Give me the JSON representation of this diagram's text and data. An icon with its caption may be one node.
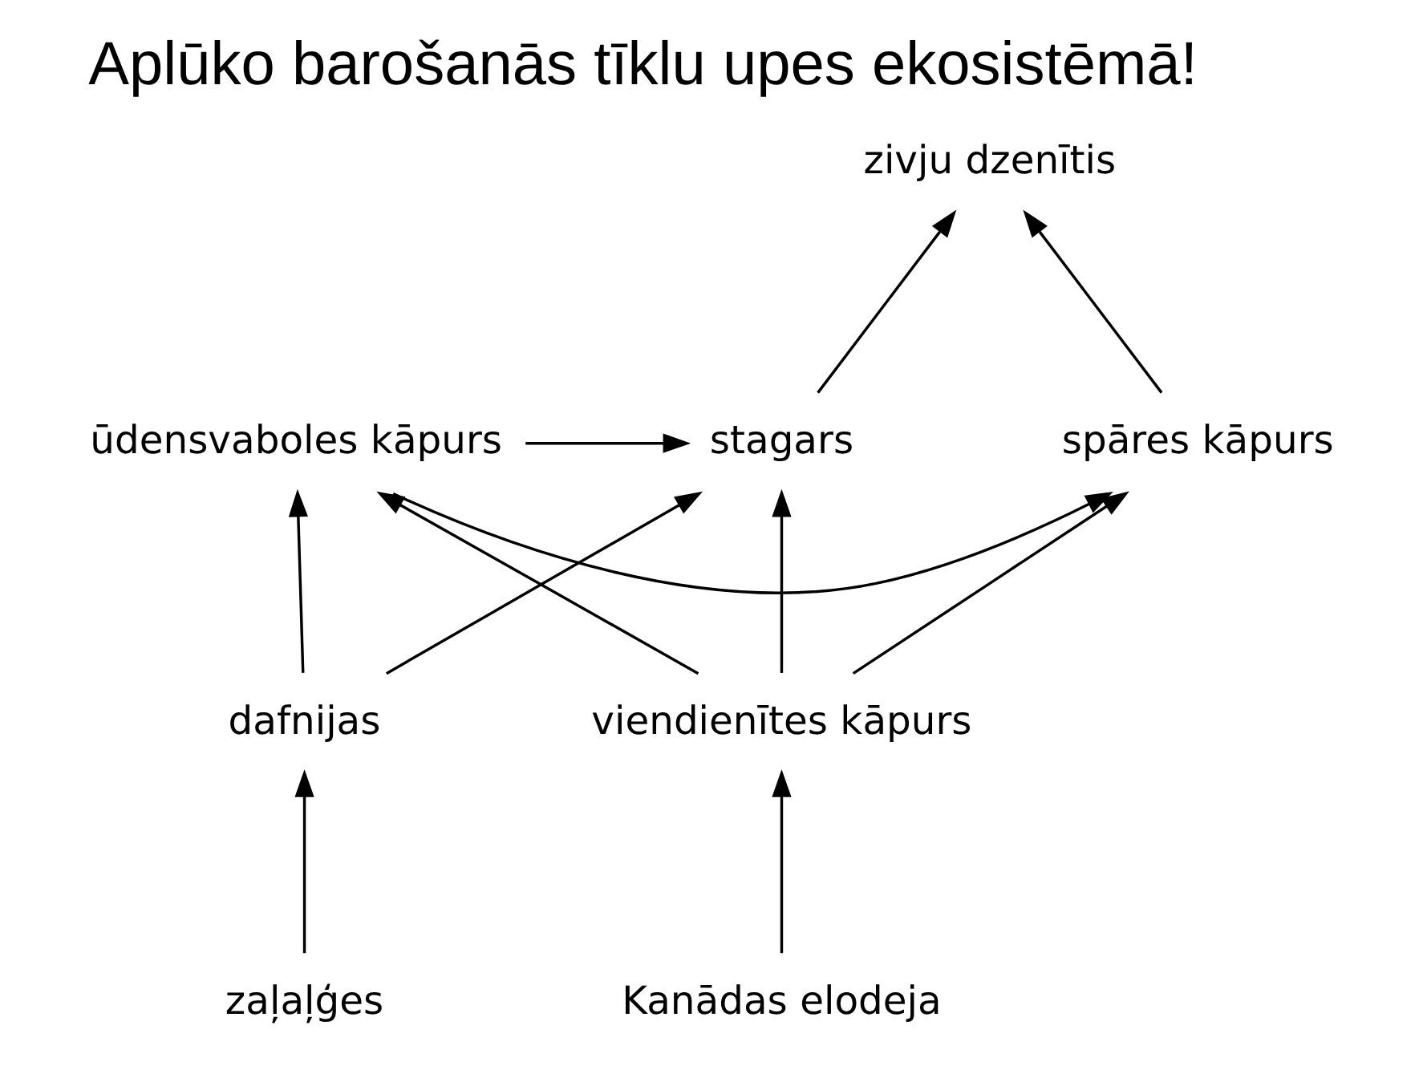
{
  "diagram": {
    "title": "Aplūko barošanās tīklu upes ekosistēmā!",
    "nodes": [
      {
        "text": [
          "zivju dzenītis"
        ]
      },
      {
        "text": [
          "stagars"
        ]
      },
      {
        "text": [
          "ūdensvaboles kāpurs"
        ]
      },
      {
        "text": [
          "spāres kāpurs"
        ]
      },
      {
        "text": [
          "dafnijas"
        ]
      },
      {
        "text": [
          "viendienītes kāpurs"
        ]
      },
      {
        "text": [
          "zaļaļģes"
        ]
      },
      {
        "text": [
          "Kanādas elodeja"
        ]
      }
    ],
    "edges": [
      {
        "from": 1,
        "to": 0,
        "arrow": "to"
      },
      {
        "from": 3,
        "to": 0,
        "arrow": "to"
      },
      {
        "from": 2,
        "to": 1,
        "arrow": "to"
      },
      {
        "from": 2,
        "to": 3,
        "arrow": "to"
      },
      {
        "from": 4,
        "to": 1,
        "arrow": "to"
      },
      {
        "from": 4,
        "to": 2,
        "arrow": "to"
      },
      {
        "from": 5,
        "to": 1,
        "arrow": "to"
      },
      {
        "from": 5,
        "to": 2,
        "arrow": "to"
      },
      {
        "from": 5,
        "to": 3,
        "arrow": "to"
      },
      {
        "from": 6,
        "to": 4,
        "arrow": "to"
      },
      {
        "from": 7,
        "to": 5,
        "arrow": "to"
      }
    ]
  }
}
